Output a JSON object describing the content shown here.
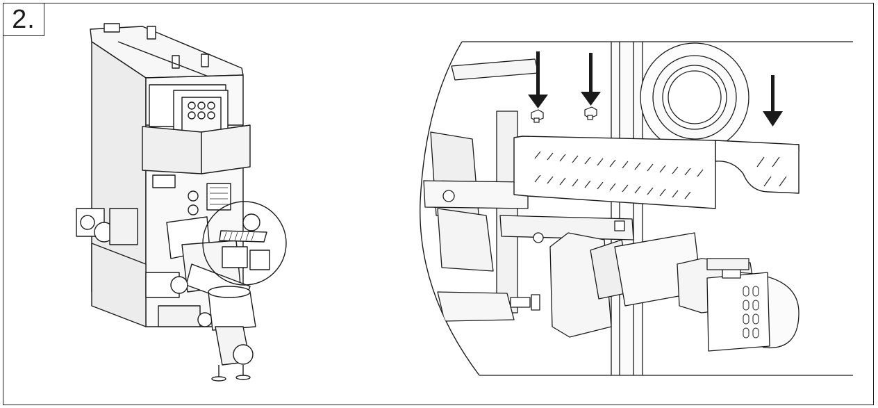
{
  "step": {
    "number": "2."
  },
  "arrows": {
    "count": 3,
    "meaning": "down"
  },
  "colors": {
    "line": "#1a1a1a",
    "background": "#ffffff",
    "metal": "#f4f4f4"
  }
}
